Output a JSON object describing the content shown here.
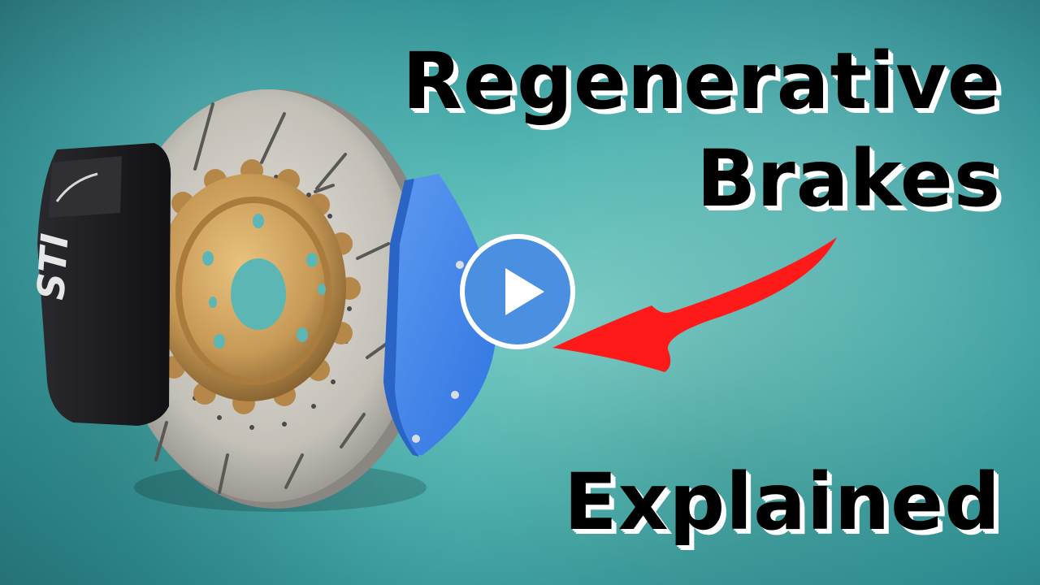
{
  "title": {
    "line1": "Regenerative",
    "line2": "Brakes",
    "line3": "Explained"
  },
  "caliper_logo": "STI",
  "colors": {
    "background": "#4fb3b0",
    "disc": "#c9c6c0",
    "hub": "#c99b58",
    "caliper": "#1f1f22",
    "blue_shield": "#3f86ea",
    "arrow": "#ff1a1a",
    "play_button": "#4a8fe0"
  },
  "icons": {
    "play": "play-icon",
    "arrow": "red-arrow"
  }
}
